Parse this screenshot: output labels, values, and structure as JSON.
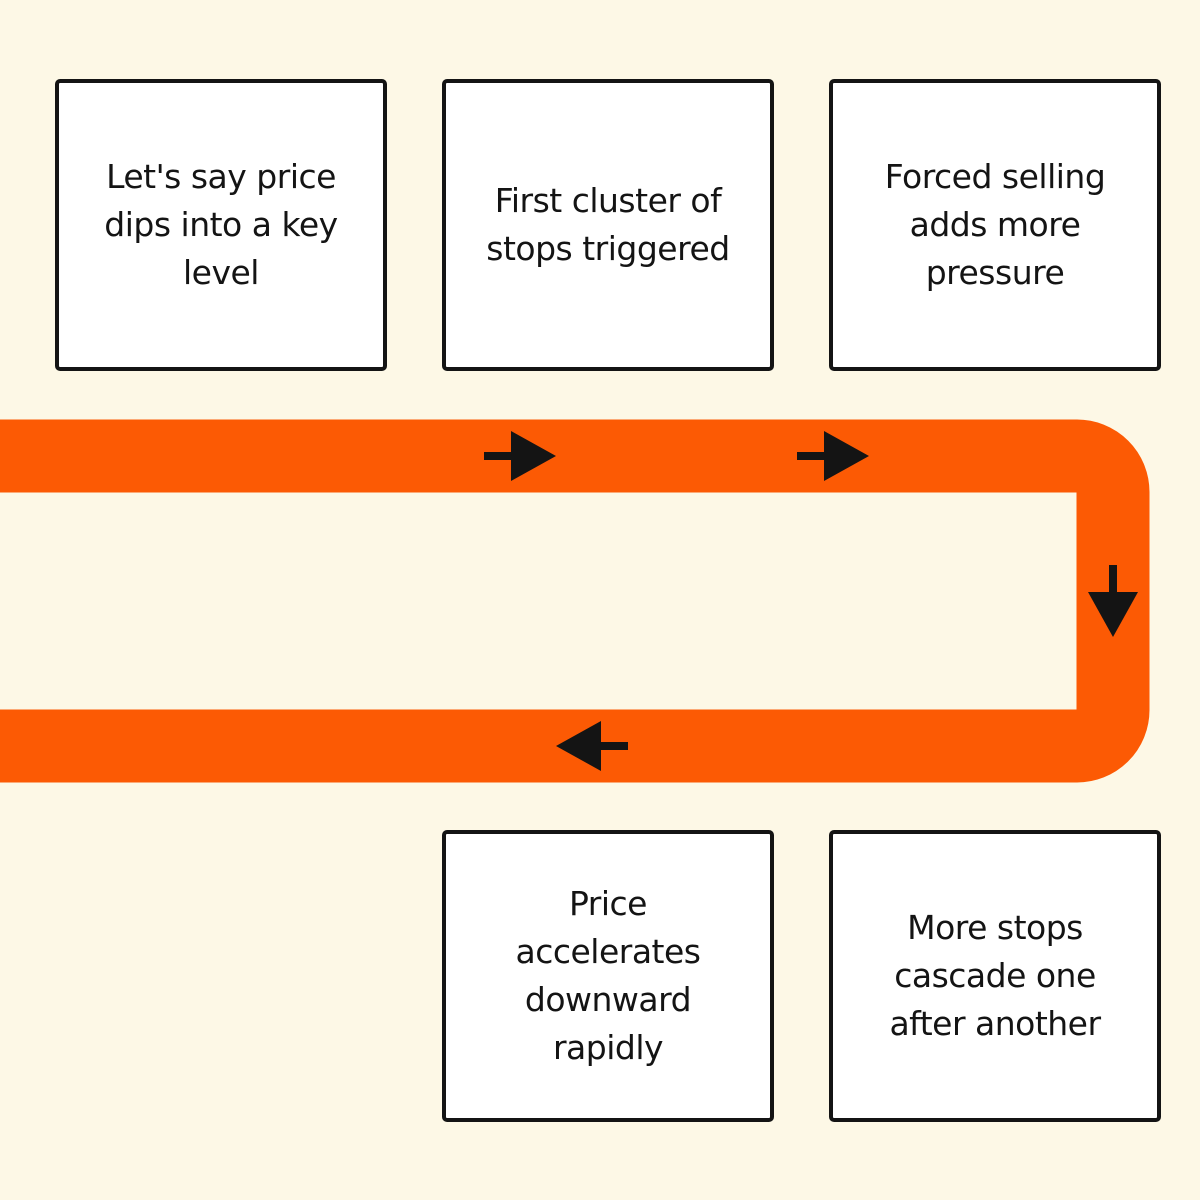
{
  "colors": {
    "background": "#fdf8e6",
    "flow_path": "#fc5a04",
    "arrow": "#141414",
    "box_fill": "#ffffff",
    "box_border": "#141414",
    "text": "#141414"
  },
  "steps": [
    {
      "id": "step-1",
      "text": "Let's say price dips into a key level"
    },
    {
      "id": "step-2",
      "text": "First cluster of stops triggered"
    },
    {
      "id": "step-3",
      "text": "Forced selling adds more pressure"
    },
    {
      "id": "step-4",
      "text": "More stops cascade one after another"
    },
    {
      "id": "step-5",
      "text": "Price accelerates downward rapidly"
    }
  ],
  "flow_arrows": [
    {
      "name": "arrow-right-1",
      "direction": "right"
    },
    {
      "name": "arrow-right-2",
      "direction": "right"
    },
    {
      "name": "arrow-down",
      "direction": "down"
    },
    {
      "name": "arrow-left",
      "direction": "left"
    }
  ]
}
